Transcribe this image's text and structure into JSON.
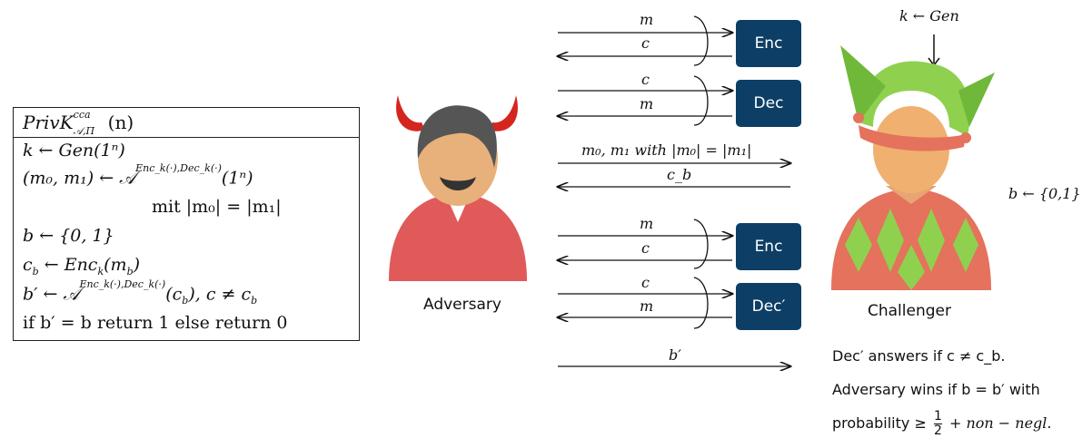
{
  "experiment": {
    "title_main": "PrivK",
    "title_sup": "cca",
    "title_sub": "𝒜,Π",
    "title_arg": "(n)",
    "lines": [
      "k ← Gen(1ⁿ)",
      "(m₀, m₁) ← 𝒜",
      "(1ⁿ)",
      "mit |m₀| = |m₁|",
      "b ← {0, 1}",
      "c",
      " ← Enc",
      "(m",
      ")",
      "b′ ← 𝒜",
      "(c",
      "), c ≠ c",
      "if b′ = b return 1 else return 0"
    ],
    "oracle_sup": "Enc_k(·),Dec_k(·)",
    "sub_b": "b",
    "sub_k": "k"
  },
  "adversary": {
    "label": "Adversary"
  },
  "challenger": {
    "label": "Challenger",
    "key_gen": "k ← Gen",
    "bit": "b ← {0,1}"
  },
  "exchanges": [
    {
      "top": "m",
      "bottom": "c",
      "box": "Enc"
    },
    {
      "top": "c",
      "bottom": "m",
      "box": "Dec"
    },
    {
      "top": "m₀, m₁ with |m₀| = |m₁|",
      "bottom": "c_b"
    },
    {
      "top": "m",
      "bottom": "c",
      "box": "Enc"
    },
    {
      "top": "c",
      "bottom": "m",
      "box": "Dec′"
    },
    {
      "top": "b′"
    }
  ],
  "notes": {
    "dec_prime": "Dec′ answers if c ≠ c_b.",
    "win_line1": "Adversary wins if b = b′ with",
    "win_line2_a": "probability ≥",
    "win_frac_num": "1",
    "win_frac_den": "2",
    "win_line2_b": "+ non − negl."
  },
  "colors": {
    "box": "#0d3f66",
    "horn": "#d4261f",
    "adversary_shirt": "#e05a5a",
    "challenger_hat": "#8fd14f",
    "challenger_shirt": "#e4725d"
  }
}
